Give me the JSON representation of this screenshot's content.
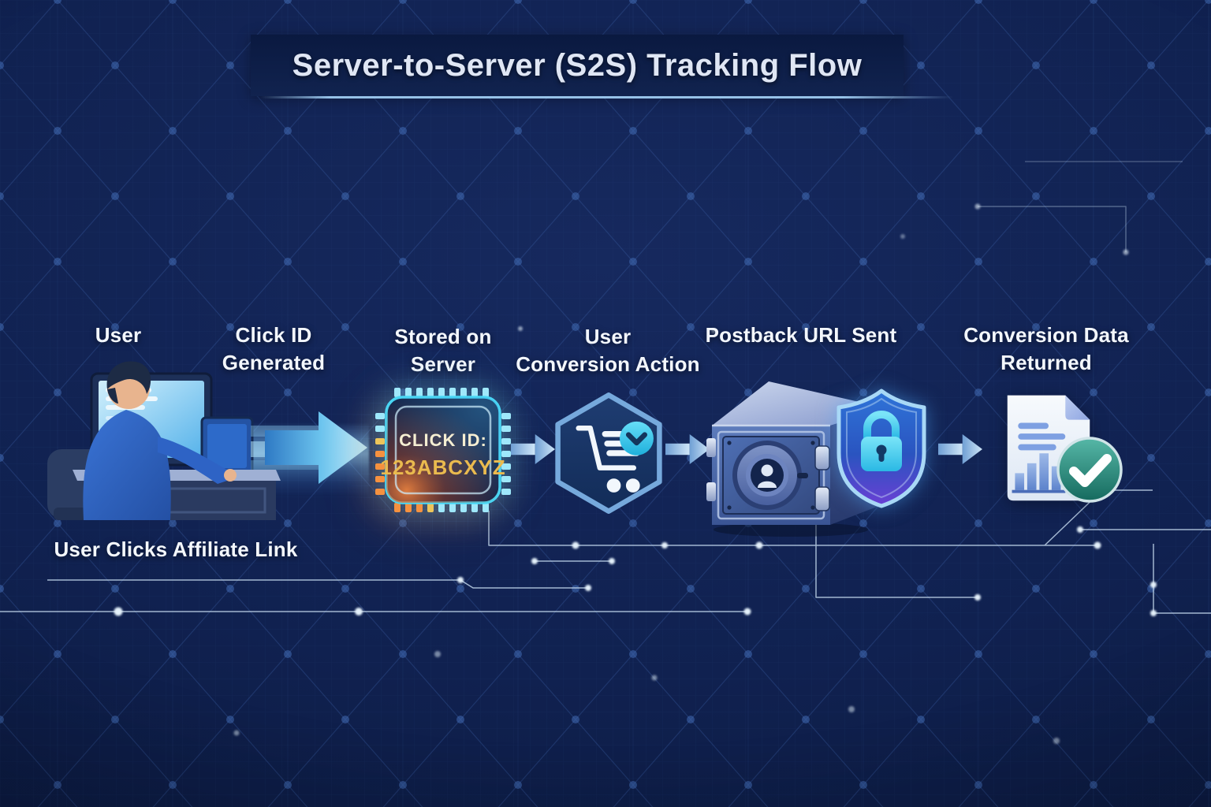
{
  "title": {
    "text": "Server-to-Server (S2S) Tracking Flow"
  },
  "flow": {
    "user": {
      "label": "User",
      "caption": "User Clicks Affiliate Link"
    },
    "click_id": {
      "label_line1": "Click ID",
      "label_line2": "Generated"
    },
    "server": {
      "label_line1": "Stored on",
      "label_line2": "Server",
      "chip_title": "CLICK ID:",
      "chip_value": "123ABCXYZ"
    },
    "conversion": {
      "label_line1": "User",
      "label_line2": "Conversion Action"
    },
    "postback": {
      "label": "Postback URL Sent"
    },
    "returned": {
      "label_line1": "Conversion Data",
      "label_line2": "Returned"
    }
  },
  "colors": {
    "background": "#102150",
    "banner": "#0d1c44",
    "title_text": "#dfe6f4",
    "label_text": "#f3f7fd",
    "accent_cyan": "#45d6f5",
    "arrow_light_blue": "#a8dcf6",
    "chip_value_gold": "#eaba4e",
    "chip_title_cream": "#f5eed2",
    "chip_glow_orange": "#f5913f",
    "hexagon_border": "#76a9dc",
    "badge_cyan": "#3fcbeb",
    "safe_blue": "#4a69ae",
    "shield_purple": "#6a3fd4",
    "lock_cyan": "#52d8f4",
    "check_badge_teal": "#1f8a7c",
    "document_line_blue": "#7ea0e2"
  }
}
